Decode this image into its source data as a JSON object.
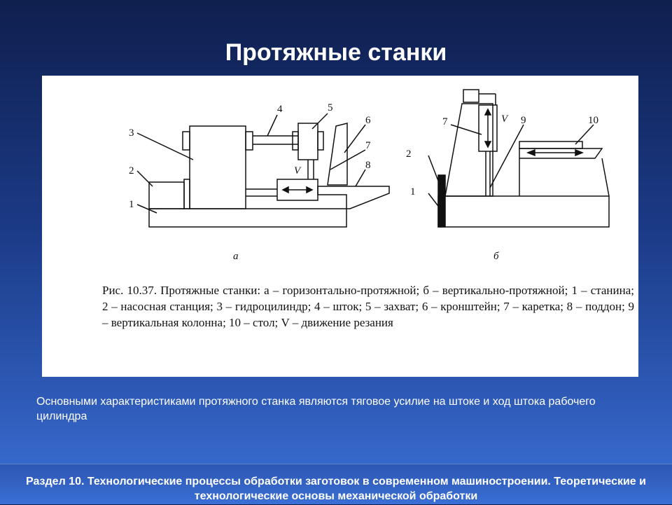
{
  "slide": {
    "title": "Протяжные станки",
    "caption": "Рис. 10.37. Протяжные станки: а – горизонтально-протяжной; б – вертикально-протяжной; 1 – станина; 2 – насосная станция; 3 – гидроцилиндр; 4 – шток; 5 – захват; 6 – кронштейн; 7 – каретка; 8 – поддон; 9 – вертикальная колонна; 10 – стол; V – движение резания",
    "subtext": "Основными характеристиками протяжного станка являются тяговое усилие на штоке и ход штока рабочего цилиндра",
    "footer": "Раздел 10. Технологические процессы обработки заготовок в современном машиностроении. Теоретические и технологические основы механической обработки"
  },
  "diagram_a": {
    "caption_letter": "а",
    "labels": [
      "1",
      "2",
      "3",
      "4",
      "5",
      "6",
      "7",
      "8"
    ],
    "velocity": "V"
  },
  "diagram_b": {
    "caption_letter": "б",
    "labels": [
      "1",
      "2",
      "7",
      "9",
      "10"
    ],
    "velocity": "V"
  }
}
